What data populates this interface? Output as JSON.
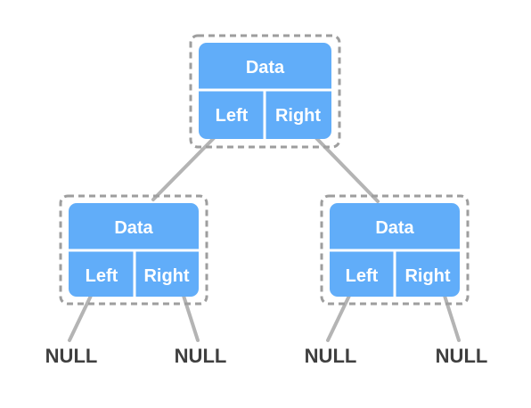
{
  "colors": {
    "node_fill": "#61adf9",
    "node_divider": "#ffffff",
    "dashed_border": "#9e9e9e",
    "edge": "#b4b4b4",
    "null_text": "#3f3f3f"
  },
  "nodes": [
    {
      "data_label": "Data",
      "left_label": "Left",
      "right_label": "Right"
    },
    {
      "data_label": "Data",
      "left_label": "Left",
      "right_label": "Right"
    },
    {
      "data_label": "Data",
      "left_label": "Left",
      "right_label": "Right"
    }
  ],
  "null_labels": [
    "NULL",
    "NULL",
    "NULL",
    "NULL"
  ]
}
